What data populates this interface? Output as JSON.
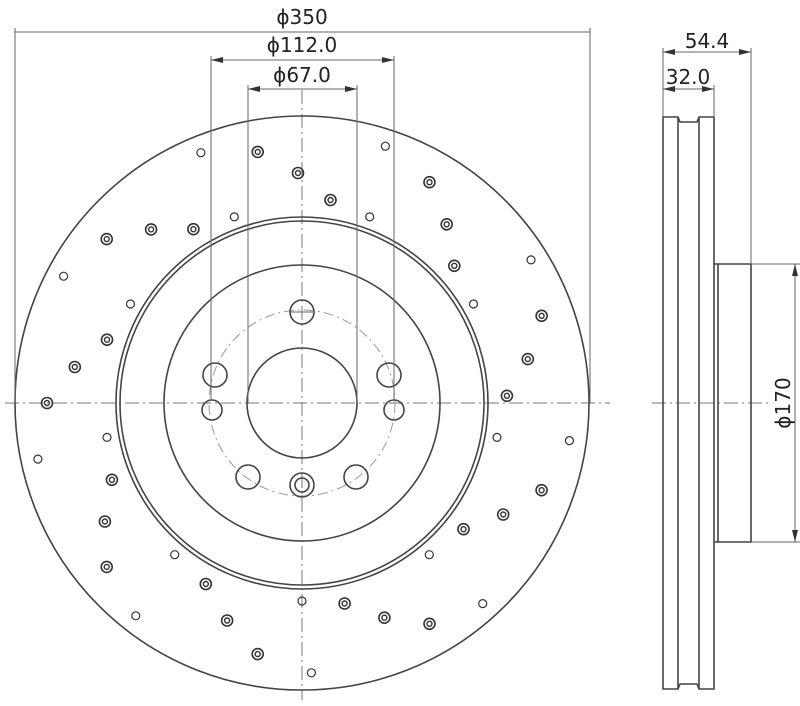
{
  "drawing": {
    "title": "Brake disc technical drawing",
    "views": [
      "front-view",
      "side-view"
    ],
    "dimensions": {
      "outer_diameter": "ϕ350",
      "bolt_circle": "ϕ112.0",
      "center_bore": "ϕ67.0",
      "overall_height": "54.4",
      "disc_thickness": "32.0",
      "hat_diameter": "ϕ170"
    },
    "features": {
      "drilled_hole_groups": 9,
      "holes_per_group": 3,
      "wheel_bolt_holes": 5,
      "small_holes_around_bore": 2,
      "locating_hole": 1
    }
  }
}
